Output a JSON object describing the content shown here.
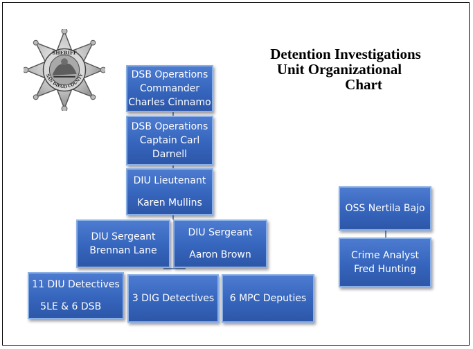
{
  "title_lines": [
    "Detention Investigations",
    "Unit Organizational",
    "Chart"
  ],
  "badge": {
    "icon": "sheriff-star-badge-icon",
    "text_top": "SHERIFF",
    "text_ring": "SAN DIEGO COUNTY"
  },
  "nodes": {
    "commander": [
      "DSB Operations",
      "Commander",
      "Charles Cinnamo"
    ],
    "captain": [
      "DSB Operations",
      "Captain Carl",
      "Darnell"
    ],
    "lieutenant": [
      "DIU Lieutenant",
      "Karen Mullins"
    ],
    "sergeant_lane": [
      "DIU Sergeant",
      "Brennan Lane"
    ],
    "sergeant_brown": [
      "DIU Sergeant",
      "Aaron Brown"
    ],
    "diu_detectives": [
      "11 DIU Detectives",
      "5LE & 6 DSB"
    ],
    "dig_detectives": [
      "3 DIG Detectives"
    ],
    "mpc_deputies": [
      "6 MPC Deputies"
    ],
    "oss": [
      "OSS Nertila Bajo"
    ],
    "crime_analyst": [
      "Crime Analyst",
      "Fred Hunting"
    ]
  },
  "colors": {
    "box_fill": "#3665bd",
    "box_border": "#8bb0e6",
    "box_text": "#ffffff",
    "title_text": "#000000",
    "badge_silver": "#c9c9c9"
  }
}
